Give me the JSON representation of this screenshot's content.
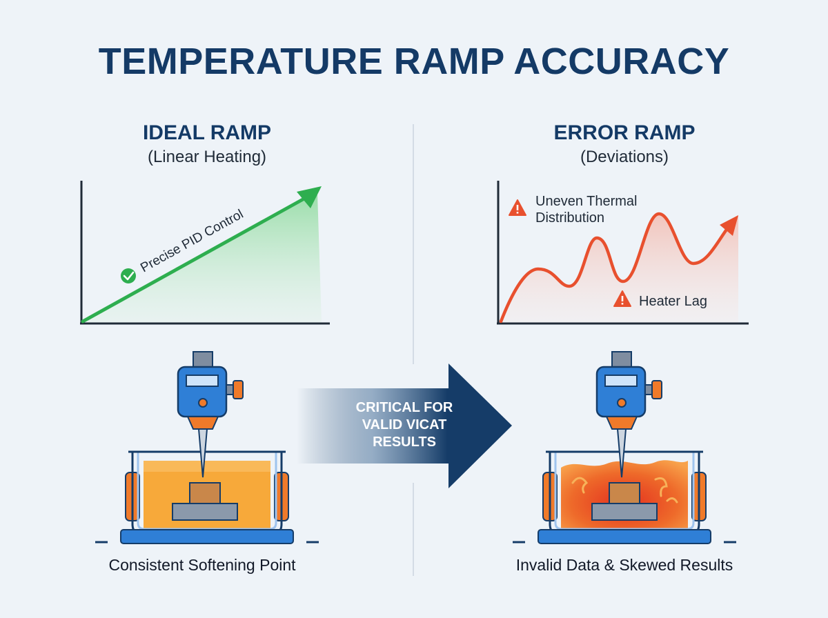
{
  "title": "TEMPERATURE RAMP ACCURACY",
  "ideal": {
    "heading": "IDEAL RAMP",
    "subheading": "(Linear Heating)",
    "annotation": "Precise PID Control",
    "caption": "Consistent Softening Point"
  },
  "error": {
    "heading": "ERROR RAMP",
    "subheading": "(Deviations)",
    "warning_1_line1": "Uneven Thermal",
    "warning_1_line2": "Distribution",
    "warning_2": "Heater Lag",
    "caption": "Invalid Data & Skewed Results"
  },
  "center_arrow": {
    "line1": "CRITICAL FOR",
    "line2": "VALID VICAT",
    "line3": "RESULTS"
  },
  "colors": {
    "title": "#143a66",
    "ideal_line": "#2eae4f",
    "error_line": "#e8502e",
    "arrow": "#153c68",
    "machine_blue": "#2f7fd6",
    "machine_orange": "#f07a2a",
    "bath_ideal": "#f7a93a",
    "bath_error": "#ee6a2a"
  },
  "icons": [
    "check-circle-icon",
    "warning-triangle-icon"
  ]
}
